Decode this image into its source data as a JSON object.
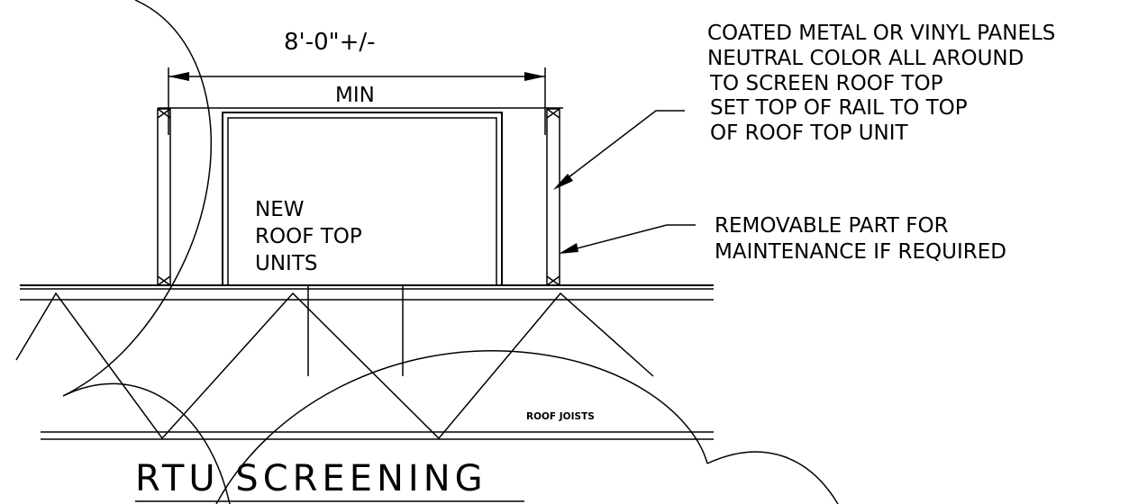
{
  "drawing": {
    "dimension_value": "8'-0\"+/-",
    "dimension_min": "MIN",
    "unit_label": [
      "NEW",
      "ROOF TOP",
      "UNITS"
    ],
    "note_panels": [
      "COATED METAL OR VINYL PANELS",
      "NEUTRAL COLOR ALL AROUND",
      "TO SCREEN  ROOF TOP",
      "SET TOP OF RAIL TO TOP",
      "OF ROOF TOP UNIT"
    ],
    "note_removable": [
      "REMOVABLE PART FOR",
      "MAINTENANCE IF REQUIRED"
    ],
    "joist_label": "ROOF JOISTS",
    "title": "RTU SCREENING"
  }
}
